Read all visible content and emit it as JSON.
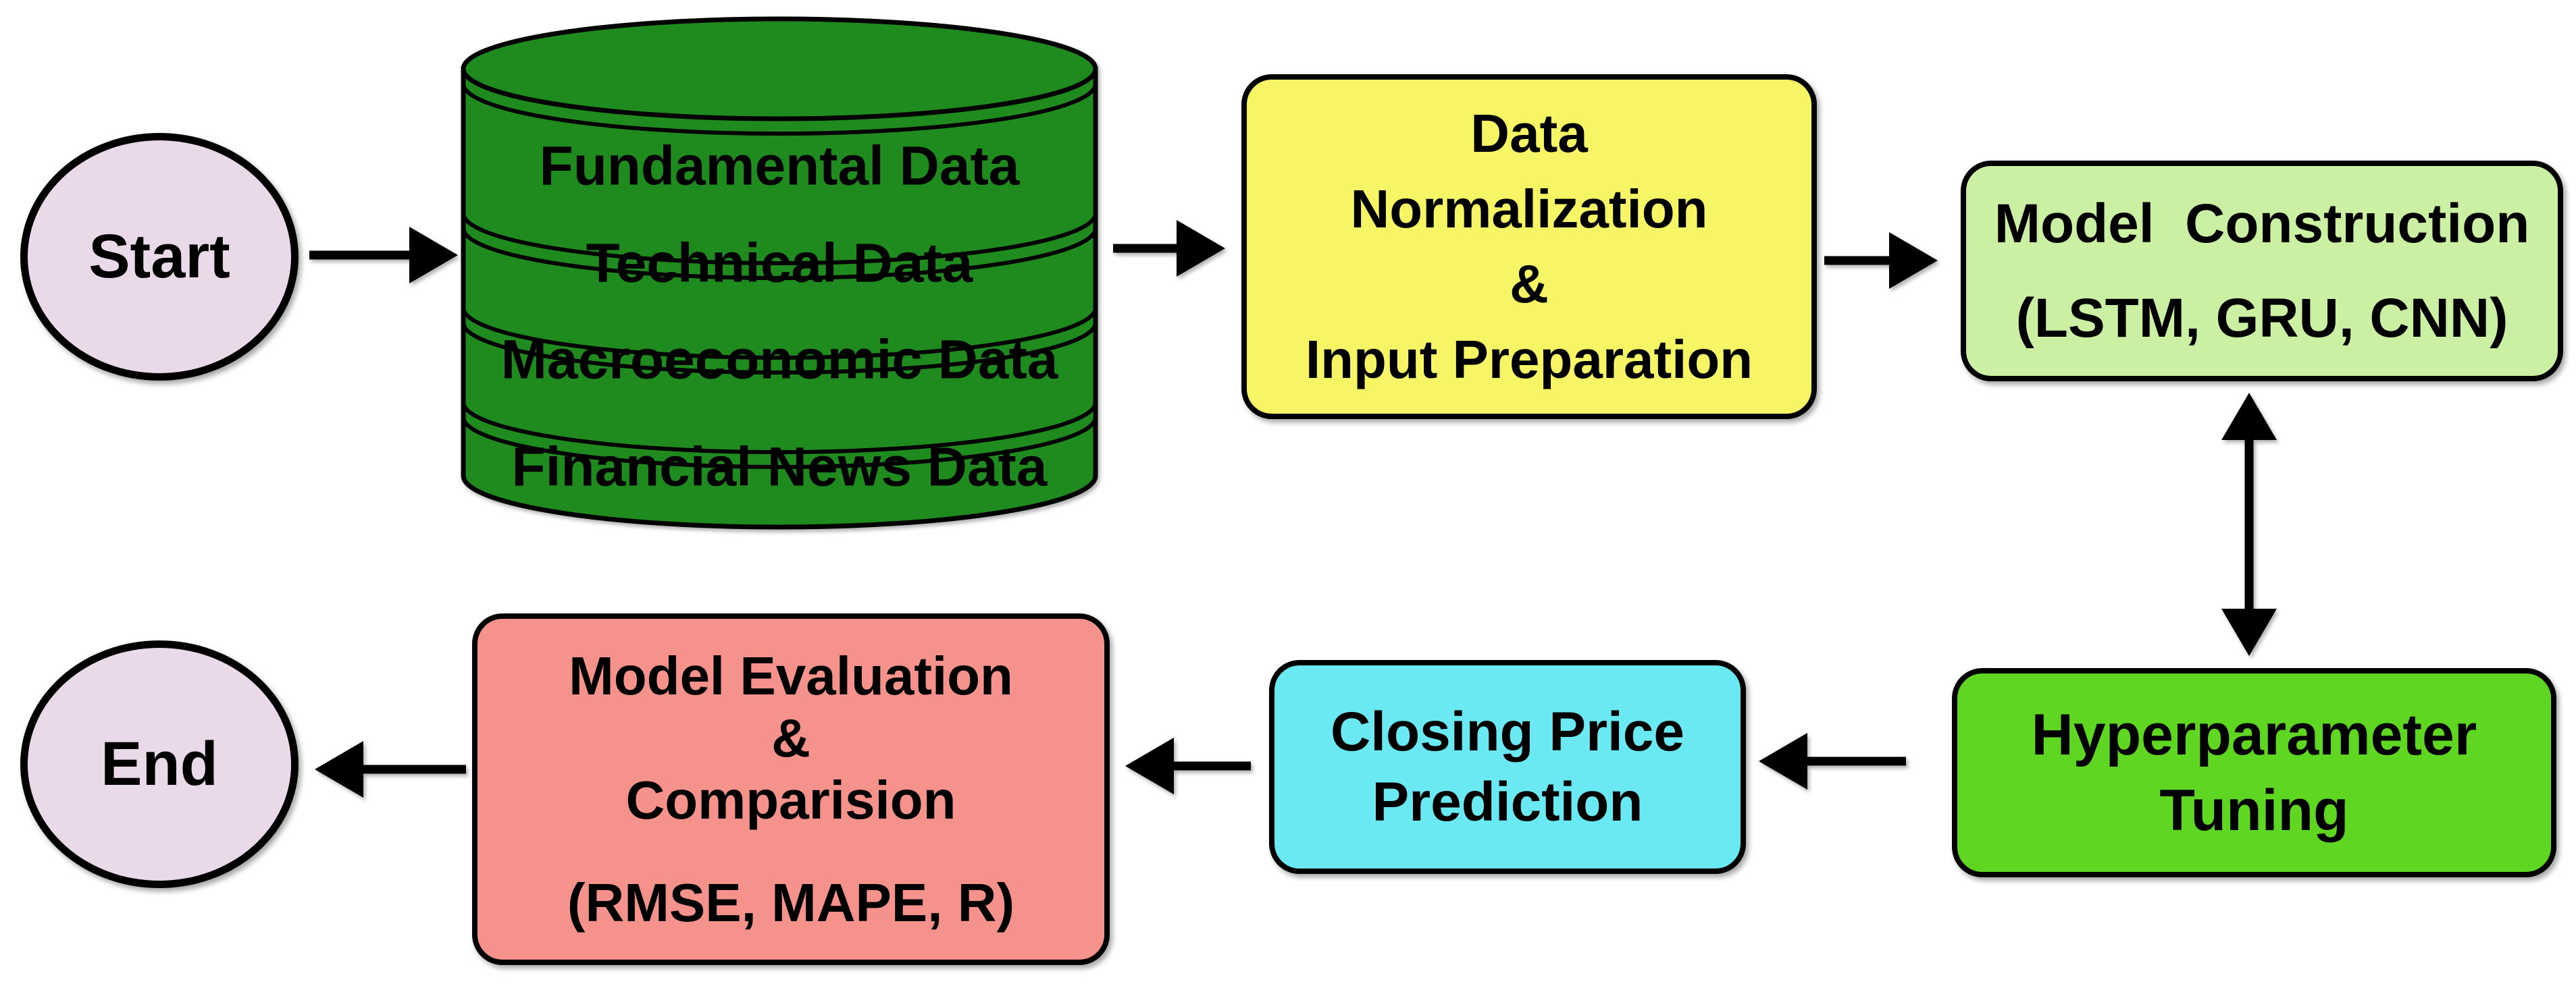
{
  "diagram": {
    "title": "Stock closing price prediction flowchart",
    "background_color": "#ffffff",
    "nodes": {
      "start": {
        "label": "Start",
        "fill": "#e9d9e9",
        "border": "#000000"
      },
      "database": {
        "fill": "#1f8b1f",
        "border": "#000000",
        "labels": [
          "Fundamental Data",
          "Technical Data",
          "Macroeconomic Data",
          "Financial News Data"
        ]
      },
      "normalization": {
        "fill": "#f5f566",
        "border": "#000000",
        "lines": [
          "Data",
          "Normalization",
          "&",
          "Input Preparation"
        ]
      },
      "model_construction": {
        "fill": "#ccf0a3",
        "border": "#000000",
        "lines": [
          "Model  Construction",
          "(LSTM, GRU, CNN)"
        ]
      },
      "hyperparameter_tuning": {
        "fill": "#5fd621",
        "border": "#000000",
        "lines": [
          "Hyperparameter",
          "Tuning"
        ]
      },
      "closing_price_prediction": {
        "fill": "#6be9f2",
        "border": "#000000",
        "lines": [
          "Closing Price",
          "Prediction"
        ]
      },
      "model_evaluation": {
        "fill": "#f6928c",
        "border": "#000000",
        "lines": [
          "Model Evaluation",
          "&",
          "Comparision",
          "(RMSE, MAPE, R)"
        ]
      },
      "end": {
        "label": "End",
        "fill": "#e9d9e9",
        "border": "#000000"
      }
    },
    "edges": [
      {
        "from": "start",
        "to": "database",
        "direction": "right"
      },
      {
        "from": "database",
        "to": "normalization",
        "direction": "right"
      },
      {
        "from": "normalization",
        "to": "model_construction",
        "direction": "right"
      },
      {
        "from": "model_construction",
        "to": "hyperparameter_tuning",
        "direction": "bidirectional-vertical"
      },
      {
        "from": "hyperparameter_tuning",
        "to": "closing_price_prediction",
        "direction": "left"
      },
      {
        "from": "closing_price_prediction",
        "to": "model_evaluation",
        "direction": "left"
      },
      {
        "from": "model_evaluation",
        "to": "end",
        "direction": "left"
      }
    ]
  }
}
